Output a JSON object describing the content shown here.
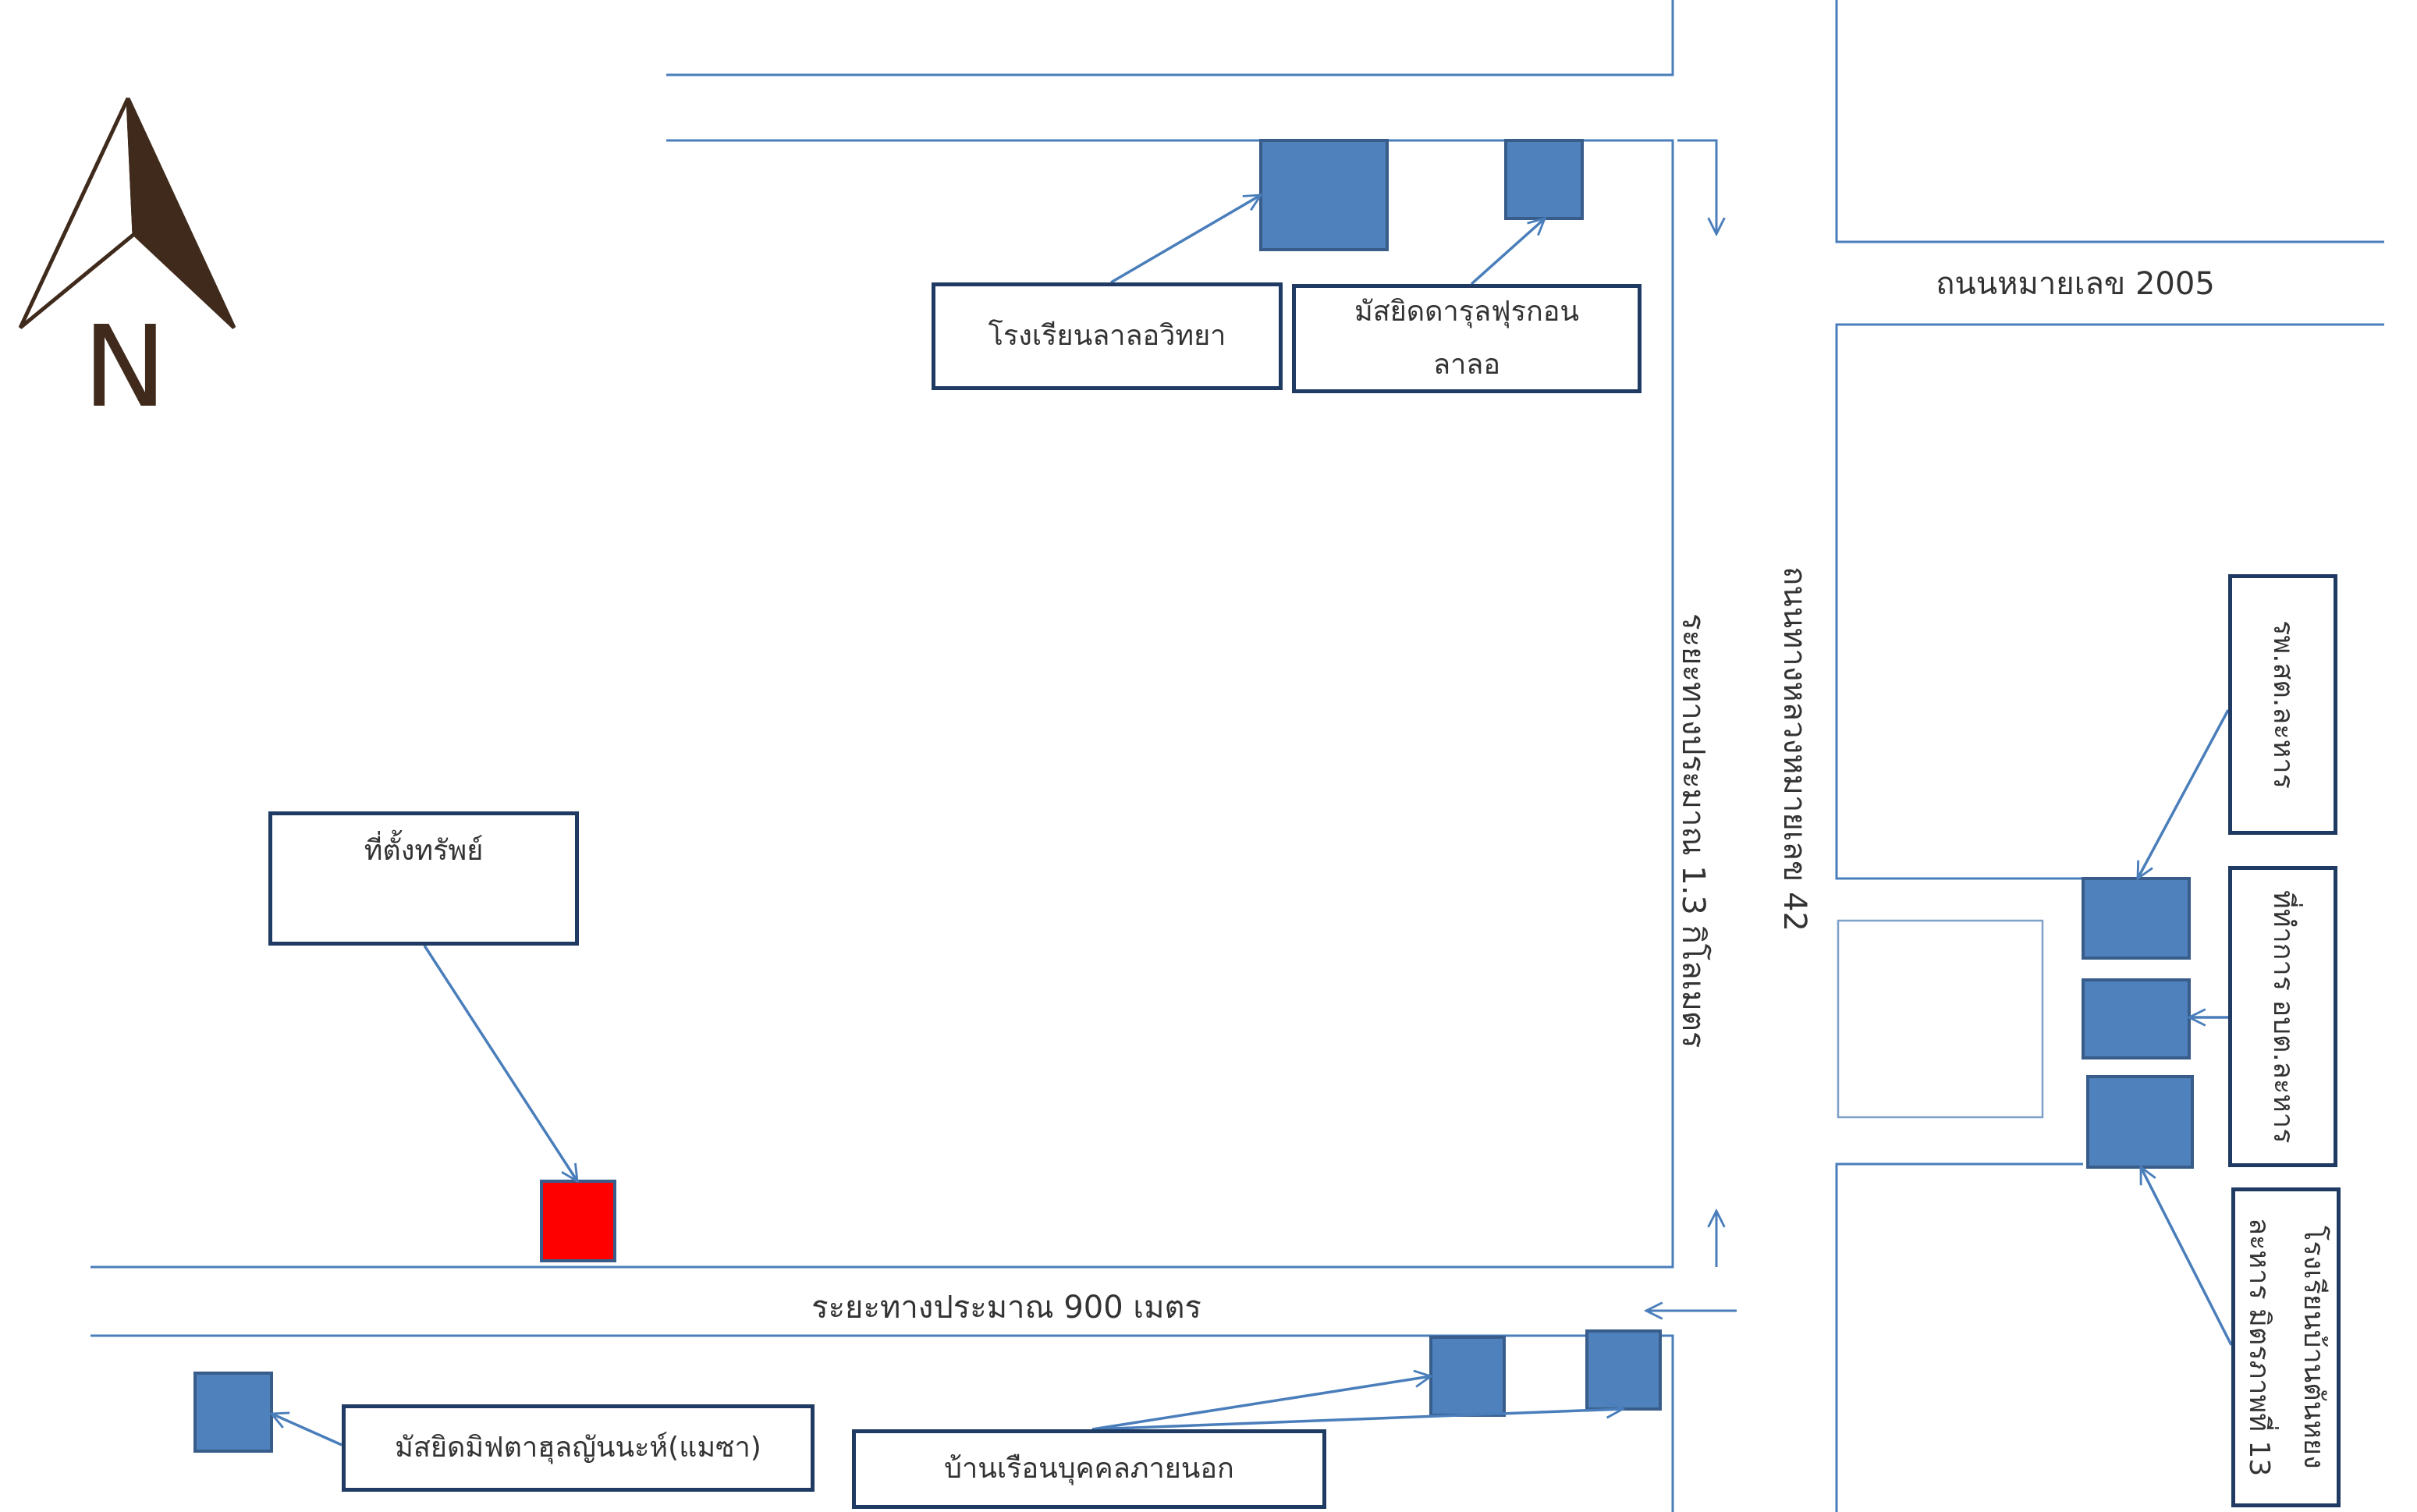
{
  "map": {
    "compass_label": "N",
    "roads": {
      "highway_42": "ถนนทางหลวงหมายเลข 42",
      "road_2005": "ถนนหมายเลข 2005",
      "distance_vertical": "ระยะทางประมาณ 1.3 กิโลเมตร",
      "distance_horizontal": "ระยะทางประมาณ 900 เมตร"
    },
    "places": {
      "school_lalo": "โรงเรียนลาลอวิทยา",
      "mosque_darul_line1": "มัสยิดดารุลฟุรกอน",
      "mosque_darul_line2": "ลาลอ",
      "property_site": "ที่ตั้งทรัพย์",
      "mosque_miftahul": "มัสยิดมิฟตาฮุลญันนะห์(แมซา)",
      "outside_houses": "บ้านเรือนบุคคลภายนอก",
      "health_center": "รพ.สต.ละหาร",
      "sao_office": "ที่ทำการ อบต.ละหาร",
      "school_tanyong_line1": "โรงเรียนบ้านตันหยง",
      "school_tanyong_line2": "ละหาร มิตรภาพที่ 13"
    }
  },
  "icons": {
    "compass": "north-arrow-icon",
    "building": "blue-square-marker",
    "property": "red-square-marker"
  },
  "colors": {
    "road": "#4a7ebb",
    "marker_fill": "#4f81bd",
    "marker_stroke": "#385d8a",
    "property_fill": "#ff0000",
    "label_border": "#1f3a63",
    "north_arrow": "#3f2a1c",
    "text": "#333333"
  }
}
